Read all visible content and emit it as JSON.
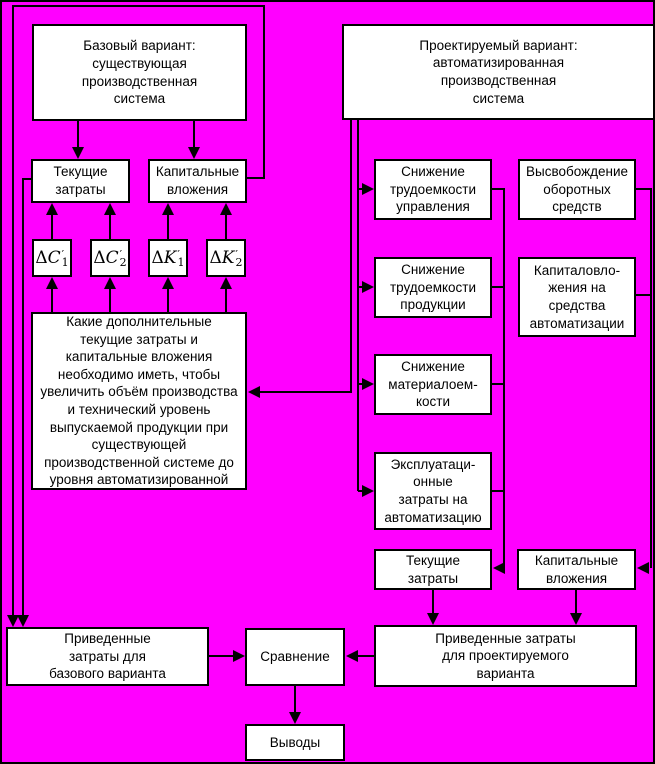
{
  "canvas": {
    "background_color": "#ff00ff",
    "box_fill_color": "#ffffff",
    "line_color": "#000000"
  },
  "nodes": {
    "base_variant": {
      "label": "Базовый вариант:\nсуществующая\nпроизводственная\nсистема"
    },
    "proj_variant": {
      "label": "Проектируемый вариант:\nавтоматизированная\nпроизводственная\nсистема"
    },
    "base_current_costs": {
      "label": "Текущие\nзатраты"
    },
    "base_capital_investments": {
      "label": "Капитальные\nвложения"
    },
    "delta_c1": {
      "delta": "Δ",
      "letter": "C",
      "prime": "′",
      "index": "1"
    },
    "delta_c2": {
      "delta": "Δ",
      "letter": "C",
      "prime": "′",
      "index": "2"
    },
    "delta_k1": {
      "delta": "Δ",
      "letter": "K",
      "prime": "′",
      "index": "1"
    },
    "delta_k2": {
      "delta": "Δ",
      "letter": "K",
      "prime": "′",
      "index": "2"
    },
    "question": {
      "label": "Какие дополнительные\nтекущие затраты и\nкапитальные вложения\nнеобходимо иметь, чтобы\nувеличить объём производства\nи технический уровень\nвыпускаемой продукции при\nсуществующей\nпроизводственной системе до\nуровня автоматизированной"
    },
    "reduce_mgmt_labor": {
      "label": "Снижение\nтрудоемкости\nуправления"
    },
    "release_working_capital": {
      "label": "Высвобождение\nоборотных\nсредств"
    },
    "reduce_product_labor": {
      "label": "Снижение\nтрудоемкости\nпродукции"
    },
    "capital_for_automation": {
      "label": "Капиталовло-\nжения на\nсредства\nавтоматизации"
    },
    "reduce_material_intensity": {
      "label": "Снижение\nматериалоем-\nкости"
    },
    "operating_costs_automation": {
      "label": "Эксплуатаци-\nонные\nзатраты на\nавтоматизацию"
    },
    "proj_current_costs": {
      "label": "Текущие\nзатраты"
    },
    "proj_capital_investments": {
      "label": "Капитальные\nвложения"
    },
    "reduced_costs_base": {
      "label": "Приведенные\nзатраты для\nбазового варианта"
    },
    "comparison": {
      "label": "Сравнение"
    },
    "reduced_costs_proj": {
      "label": "Приведенные затраты\nдля проектируемого\nварианта"
    },
    "conclusions": {
      "label": "Выводы"
    }
  }
}
